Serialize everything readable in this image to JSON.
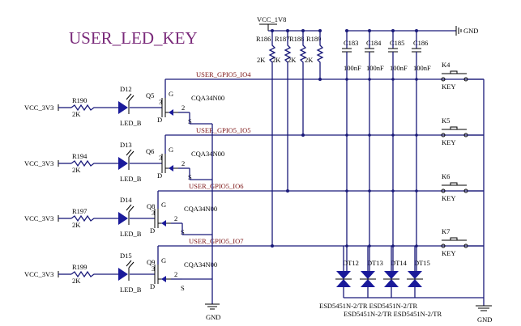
{
  "title": "USER_LED_KEY",
  "power": {
    "vcc_1v8": "VCC_1V8",
    "vcc_3v3": "VCC_3V3",
    "gnd": "GND"
  },
  "pullups": {
    "refs": [
      "R186",
      "R187",
      "R188",
      "R189"
    ],
    "values": [
      "2K",
      "2K",
      "2K",
      "2K"
    ]
  },
  "caps": {
    "refs": [
      "C183",
      "C184",
      "C185",
      "C186"
    ],
    "values": [
      "100nF",
      "100nF",
      "100nF",
      "100nF"
    ]
  },
  "keys": {
    "refs": [
      "K4",
      "K5",
      "K6",
      "K7"
    ],
    "label": "KEY"
  },
  "channels": [
    {
      "net": "USER_GPIO5_IO4",
      "resistor": "R190",
      "res_value": "2K",
      "led": "D12",
      "led_label": "LED_B",
      "fet": "Q5",
      "fet_part": "CQA34N00"
    },
    {
      "net": "USER_GPIO5_IO5",
      "resistor": "R194",
      "res_value": "2K",
      "led": "D13",
      "led_label": "LED_B",
      "fet": "Q6",
      "fet_part": "CQA34N00"
    },
    {
      "net": "USER_GPIO5_IO6",
      "resistor": "R197",
      "res_value": "2K",
      "led": "D14",
      "led_label": "LED_B",
      "fet": "Q8",
      "fet_part": "CQA34N00"
    },
    {
      "net": "USER_GPIO5_IO7",
      "resistor": "R199",
      "res_value": "2K",
      "led": "D15",
      "led_label": "LED_B",
      "fet": "Q9",
      "fet_part": "CQA34N00"
    }
  ],
  "fet_pins": {
    "gate": "G",
    "drain": "D",
    "source": "S",
    "pin3": "3",
    "pin2": "2"
  },
  "tvs": {
    "refs": [
      "DT12",
      "DT13",
      "DT14",
      "DT15"
    ],
    "part_line1": "ESD5451N-2/TR ESD5451N-2/TR",
    "part_line2": "ESD5451N-2/TR ESD5451N-2/TR"
  }
}
